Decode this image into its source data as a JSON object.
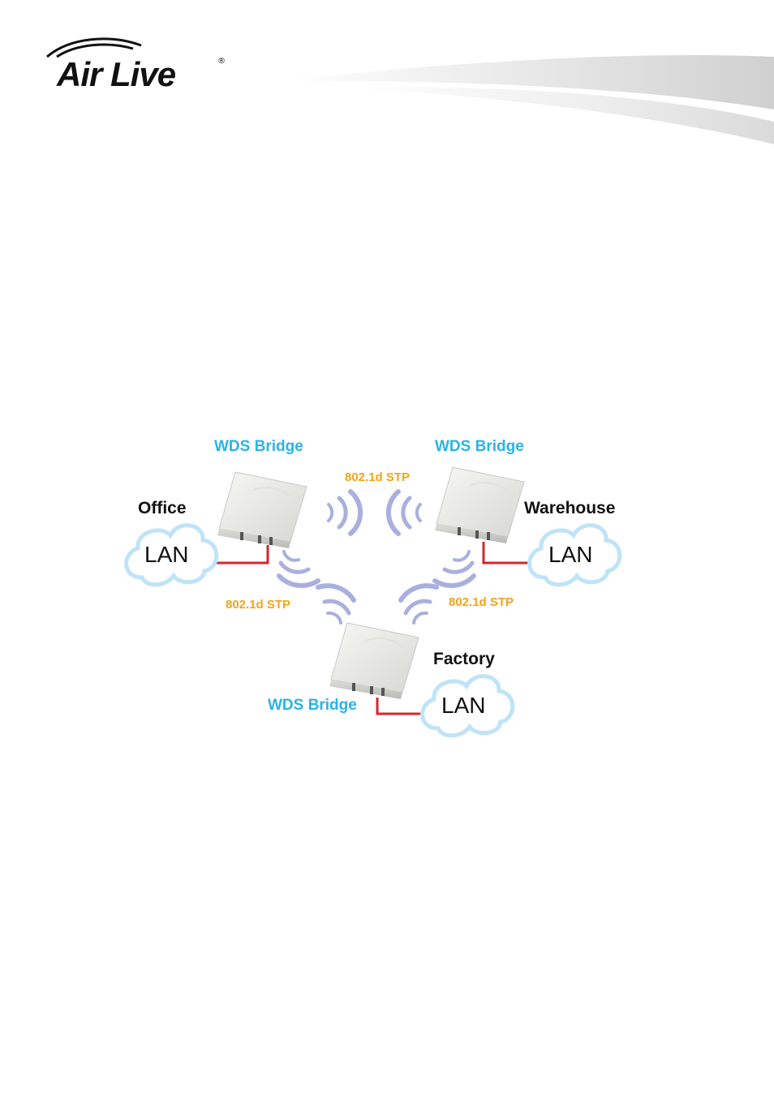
{
  "header": {
    "logo_text": "Air Live",
    "logo_registered": "®"
  },
  "diagram": {
    "bridges": [
      {
        "label": "WDS Bridge",
        "site": "Office",
        "lan": "LAN"
      },
      {
        "label": "WDS Bridge",
        "site": "Warehouse",
        "lan": "LAN"
      },
      {
        "label": "WDS Bridge",
        "site": "Factory",
        "lan": "LAN"
      }
    ],
    "links": [
      {
        "label": "802.1d STP"
      },
      {
        "label": "802.1d STP"
      },
      {
        "label": "802.1d STP"
      }
    ],
    "colors": {
      "bridge_label": "#2ab3e8",
      "link_label": "#f4a21a",
      "cable": "#d6262e",
      "cloud_fill": "#ffffff",
      "cloud_stroke": "#bfe3f7",
      "wave": "#9aa3d6"
    }
  }
}
